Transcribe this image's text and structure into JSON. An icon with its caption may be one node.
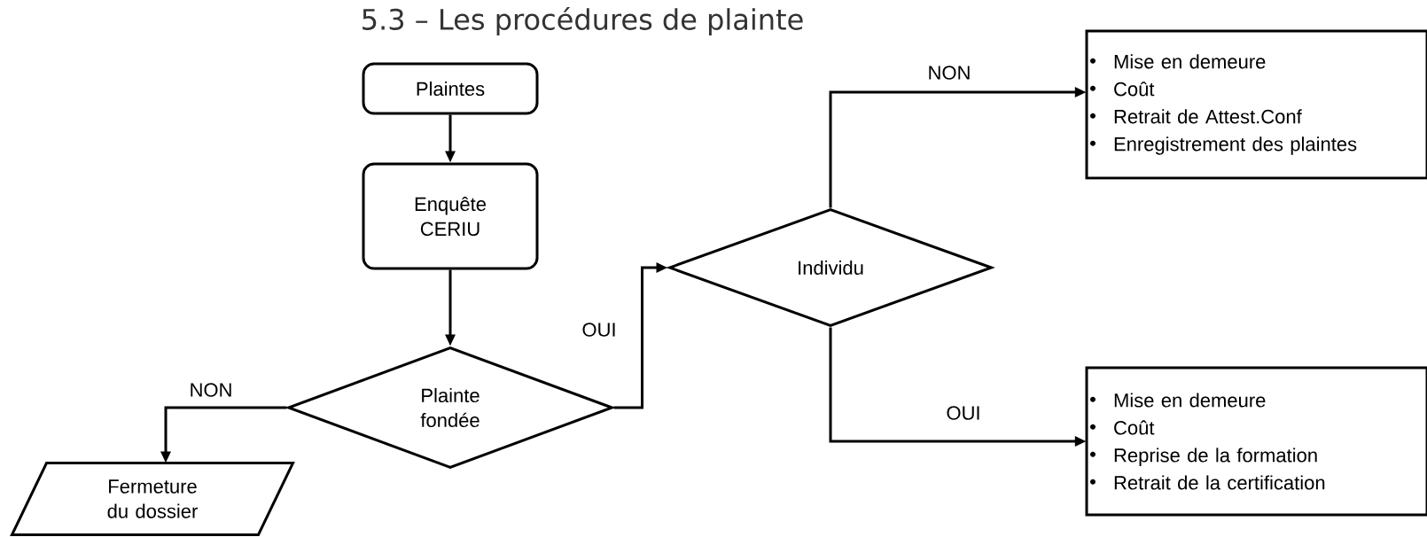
{
  "diagram": {
    "title": "5.3 – Les procédures de plainte",
    "nodes": [
      {
        "text": [
          "Plaintes"
        ]
      },
      {
        "text": [
          "Enquête CERIU"
        ]
      },
      {
        "text": [
          "Plainte fondée"
        ]
      },
      {
        "text": [
          "Fermeture du dossier"
        ]
      },
      {
        "text": [
          "Individu"
        ]
      },
      {
        "text": [
          "Mise en demeure",
          "Coût",
          "Retrait de Attest.Conf",
          "Enregistrement des plaintes"
        ]
      },
      {
        "text": [
          "Mise en demeure",
          "Coût",
          "Reprise de la formation",
          "Retrait de la certification"
        ]
      }
    ],
    "edges": [
      {
        "from": 0,
        "to": 1,
        "arrow": "to"
      },
      {
        "from": 1,
        "to": 2,
        "arrow": "to"
      },
      {
        "from": 2,
        "to": 3,
        "arrow": "to",
        "label": "NON"
      },
      {
        "from": 2,
        "to": 4,
        "arrow": "to",
        "label": "OUI"
      },
      {
        "from": 4,
        "to": 5,
        "arrow": "to",
        "label": "NON"
      },
      {
        "from": 4,
        "to": 6,
        "arrow": "to",
        "label": "OUI"
      }
    ]
  }
}
